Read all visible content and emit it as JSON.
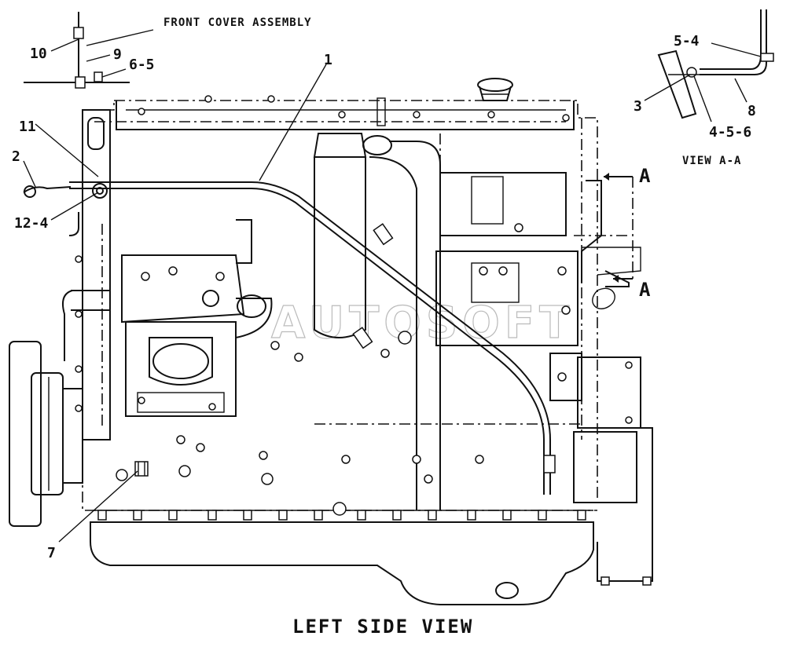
{
  "title": "LEFT SIDE VIEW",
  "header_note": "FRONT COVER ASSEMBLY",
  "detail": {
    "view_caption": "VIEW A-A",
    "section_marker": "A"
  },
  "callouts": {
    "c1": "1",
    "c2": "2",
    "c3": "3",
    "c7": "7",
    "c8": "8",
    "c9": "9",
    "c10": "10",
    "c11": "11",
    "c12_4": "12-4",
    "c6_5": "6-5",
    "c5_4": "5-4",
    "c4_5_6": "4-5-6"
  },
  "watermark": "AUTOSOFT"
}
